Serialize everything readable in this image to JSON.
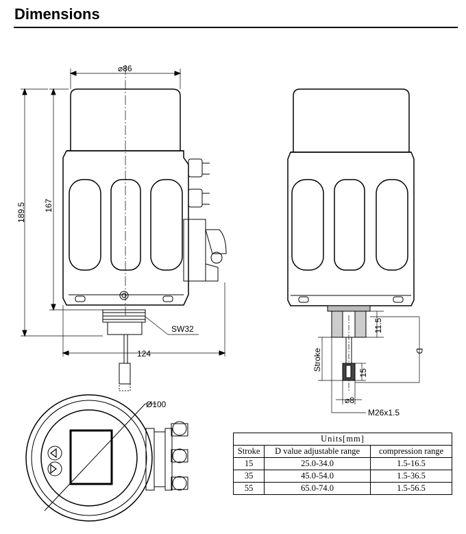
{
  "title": "Dimensions",
  "dimensions": {
    "top_dia": "⌀86",
    "height_167": "167",
    "height_1895": "189.5",
    "width_124": "124",
    "sw": "SW32",
    "dia_100": "Ø100",
    "h_115": "11.5",
    "h_15": "15",
    "stroke": "Stroke",
    "d8": "⌀8",
    "thread": "M26x1.5",
    "d_label": "D"
  },
  "table": {
    "caption": "Units[mm]",
    "headers": [
      "Stroke",
      "D value adjustable range",
      "compression range"
    ],
    "rows": [
      [
        "15",
        "25.0-34.0",
        "1.5-16.5"
      ],
      [
        "35",
        "45.0-54.0",
        "1.5-36.5"
      ],
      [
        "55",
        "65.0-74.0",
        "1.5-56.5"
      ]
    ]
  },
  "colors": {
    "line": "#000000",
    "background": "#ffffff"
  }
}
